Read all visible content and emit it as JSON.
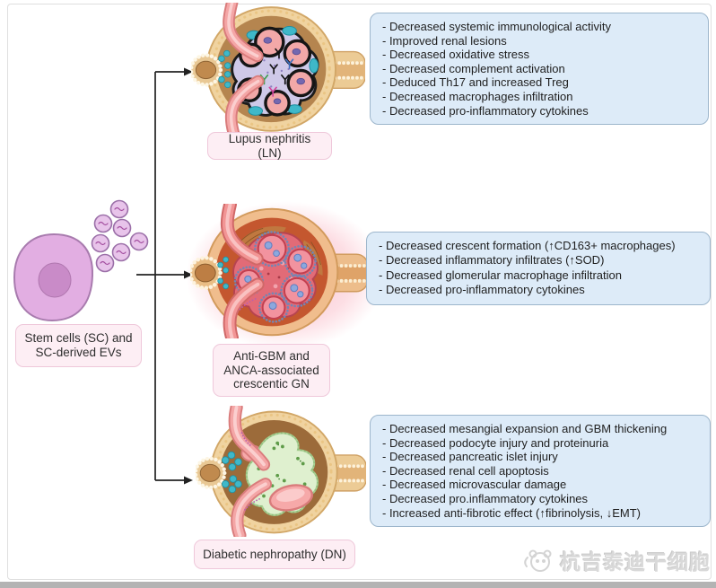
{
  "colors": {
    "page-bg": "#ffffff",
    "frame-border": "#dfdfdf",
    "bottom-bar": "#b3b3b3",
    "text": "#1e1e1e",
    "arrow": "#222222",
    "info-box-bg": "#ddebf8",
    "info-box-border": "#9db6cc",
    "label-box-bg": "#fdeef4",
    "label-box-border": "#efc8da",
    "stem-cell-body": "#e2aee2",
    "stem-cell-outline": "#a87bae",
    "stem-cell-nucleus": "#c98bc8",
    "ev-fill": "#e8c4ea",
    "ev-outline": "#9b6fa8",
    "capsule-rim": "#f0d3a0",
    "glow-pink": "#f794a8",
    "teal-crescent": "#3fb8c9",
    "watermark": "#d9d9d9"
  },
  "stem_cell": {
    "label": "Stem cells (SC) and\nSC-derived EVs"
  },
  "diseases": [
    {
      "id": "lupus-nephritis",
      "label": "Lupus nephritis (LN)",
      "effects": [
        "- Decreased systemic immunological activity",
        "- Improved renal lesions",
        "- Decreased oxidative stress",
        "- Decreased complement activation",
        "- Deduced Th17 and increased Treg",
        "- Decreased macrophages infiltration",
        "- Decreased pro-inflammatory cytokines"
      ]
    },
    {
      "id": "crescentic-gn",
      "label": "Anti-GBM and\nANCA-associated\ncrescentic GN",
      "effects": [
        "- Decreased crescent formation (↑CD163+ macrophages)",
        "- Decreased inflammatory infiltrates (↑SOD)",
        "- Decreased glomerular macrophage infiltration",
        "- Decreased pro-inflammatory cytokines"
      ]
    },
    {
      "id": "diabetic-nephropathy",
      "label": "Diabetic nephropathy (DN)",
      "effects": [
        "- Decreased mesangial expansion and GBM thickening",
        "- Decreased podocyte injury and proteinuria",
        "- Decreased pancreatic islet injury",
        "- Decreased renal cell apoptosis",
        "- Decreased microvascular damage",
        "- Decreased pro.inflammatory cytokines",
        "- Increased anti-fibrotic effect (↑fibrinolysis, ↓EMT)"
      ]
    }
  ],
  "watermark": {
    "text": "杭吉泰迪干细胞"
  }
}
